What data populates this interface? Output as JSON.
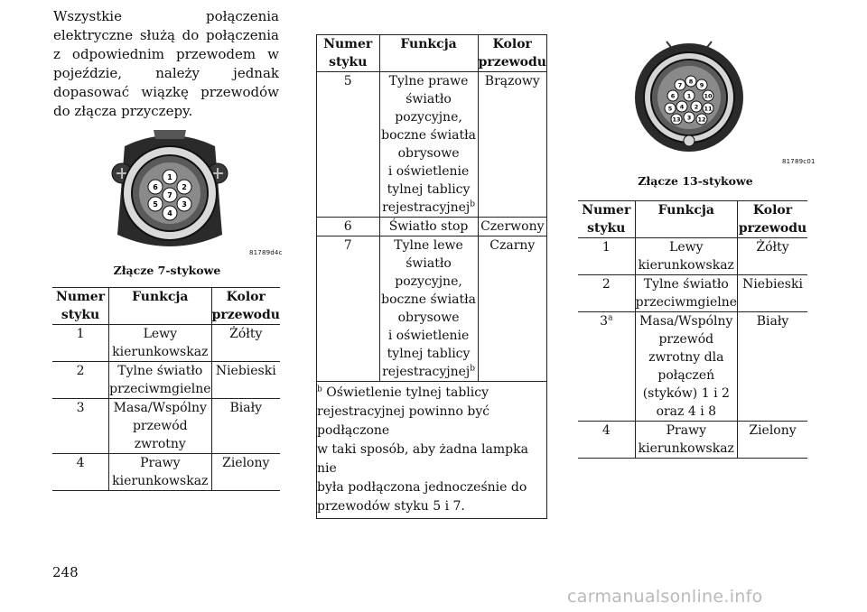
{
  "intro_text": "Wszystkie połączenia elektryczne służą do połączenia z odpowiednim przewodem w pojeździe, należy jednak dopasować wiązkę przewodów do złącza przyczepy.",
  "connector7": {
    "code": "81789d4c",
    "caption": "Złącze 7-stykowe",
    "pins": [
      "1",
      "2",
      "3",
      "4",
      "5",
      "6",
      "7"
    ]
  },
  "connector13": {
    "code": "81789c01",
    "caption": "Złącze 13-stykowe",
    "pins": [
      "1",
      "2",
      "3",
      "4",
      "5",
      "6",
      "7",
      "8",
      "9",
      "10",
      "11",
      "12",
      "13"
    ]
  },
  "headers": {
    "pin": [
      "Numer",
      "styku"
    ],
    "function": "Funkcja",
    "color": [
      "Kolor",
      "przewodu"
    ]
  },
  "table7": {
    "rows": [
      {
        "pin": "1",
        "function": [
          "Lewy",
          "kierunkowskaz"
        ],
        "color": "Żółty"
      },
      {
        "pin": "2",
        "function": [
          "Tylne światło",
          "przeciwmgielne"
        ],
        "color": "Niebieski"
      },
      {
        "pin": "3",
        "function": [
          "Masa/Wspólny",
          "przewód",
          "zwrotny"
        ],
        "color": "Biały"
      },
      {
        "pin": "4",
        "function": [
          "Prawy",
          "kierunkowskaz"
        ],
        "color": "Zielony"
      }
    ]
  },
  "table7b": {
    "rows": [
      {
        "pin": "5",
        "function": [
          "Tylne prawe",
          "światło",
          "pozycyjne,",
          "boczne światła",
          "obrysowe",
          "i oświetlenie",
          "tylnej tablicy",
          "rejestracyjnej"
        ],
        "sup": "b",
        "color": "Brązowy"
      },
      {
        "pin": "6",
        "function": [
          "Światło stop"
        ],
        "color": "Czerwony"
      },
      {
        "pin": "7",
        "function": [
          "Tylne lewe",
          "światło",
          "pozycyjne,",
          "boczne światła",
          "obrysowe",
          "i oświetlenie",
          "tylnej tablicy",
          "rejestracyjnej"
        ],
        "sup": "b",
        "color": "Czarny"
      }
    ],
    "footnote_mark": "b",
    "footnote": [
      " Oświetlenie tylnej tablicy",
      "rejestracyjnej powinno być podłączone",
      "w taki sposób, aby żadna lampka nie",
      "była podłączona jednocześnie do",
      "przewodów styku 5 i 7."
    ]
  },
  "table13": {
    "rows": [
      {
        "pin": "1",
        "function": [
          "Lewy",
          "kierunkowskaz"
        ],
        "color": "Żółty"
      },
      {
        "pin": "2",
        "function": [
          "Tylne światło",
          "przeciwmgielne"
        ],
        "color": "Niebieski"
      },
      {
        "pin": "3",
        "pin_sup": "a",
        "function": [
          "Masa/Wspólny",
          "przewód",
          "zwrotny dla",
          "połączeń",
          "(styków) 1 i 2",
          "oraz 4 i 8"
        ],
        "color": "Biały"
      },
      {
        "pin": "4",
        "function": [
          "Prawy",
          "kierunkowskaz"
        ],
        "color": "Zielony"
      }
    ]
  },
  "page_number": "248",
  "watermark": "carmanualsonline.info"
}
